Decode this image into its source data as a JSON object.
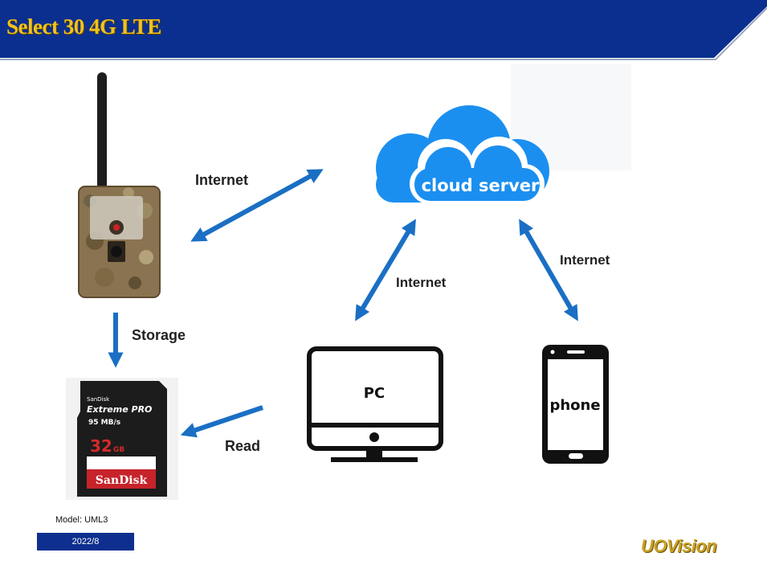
{
  "header": {
    "title": "Select 30 4G LTE",
    "band_color": "#0b2f8f",
    "title_color": "#f2c21b"
  },
  "nodes": {
    "cloud": {
      "label": "cloud server",
      "color": "#1b8ff0"
    },
    "pc": {
      "label": "PC"
    },
    "phone": {
      "label": "phone"
    },
    "camera": {
      "icon": "trail-camera-icon"
    },
    "sd_card": {
      "icon": "sd-card-icon",
      "brand_top": "SanDisk",
      "product": "Extreme PRO",
      "speed": "95 MB/s",
      "capacity": "32",
      "capacity_unit": "GB",
      "brand": "SanDisk"
    }
  },
  "edges": {
    "camera_cloud": "Internet",
    "pc_cloud": "Internet",
    "phone_cloud": "Internet",
    "camera_sd": "Storage",
    "pc_sd": "Read",
    "arrow_color": "#1a6fc4"
  },
  "footer": {
    "model": "Model: UML3",
    "date": "2022/8",
    "logo": "UOVision"
  }
}
